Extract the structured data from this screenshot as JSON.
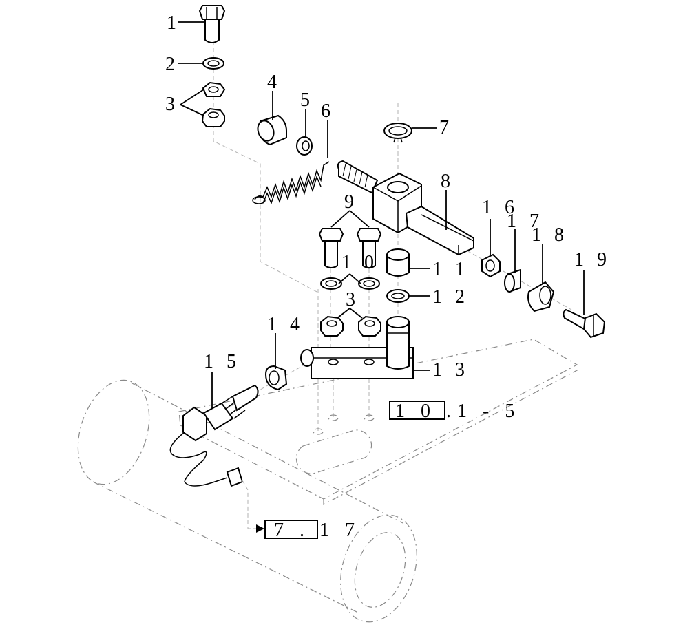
{
  "callouts": {
    "c1": "1",
    "c2": "2",
    "c3a": "3",
    "c4": "4",
    "c5": "5",
    "c6": "6",
    "c7": "7",
    "c8": "8",
    "c9": "9",
    "c10": "1 0",
    "c11": "1 1",
    "c12": "1 2",
    "c3b": "3",
    "c13": "1 3",
    "c14": "1 4",
    "c15": "1 5",
    "c16": "1 6",
    "c17": "1 7",
    "c18": "1 8",
    "c19": "1 9"
  },
  "references": {
    "ref_a_box": "1 0 .",
    "ref_a_tail": "1 - 5",
    "ref_b_box": "7 .",
    "ref_b_tail": "1 7"
  }
}
